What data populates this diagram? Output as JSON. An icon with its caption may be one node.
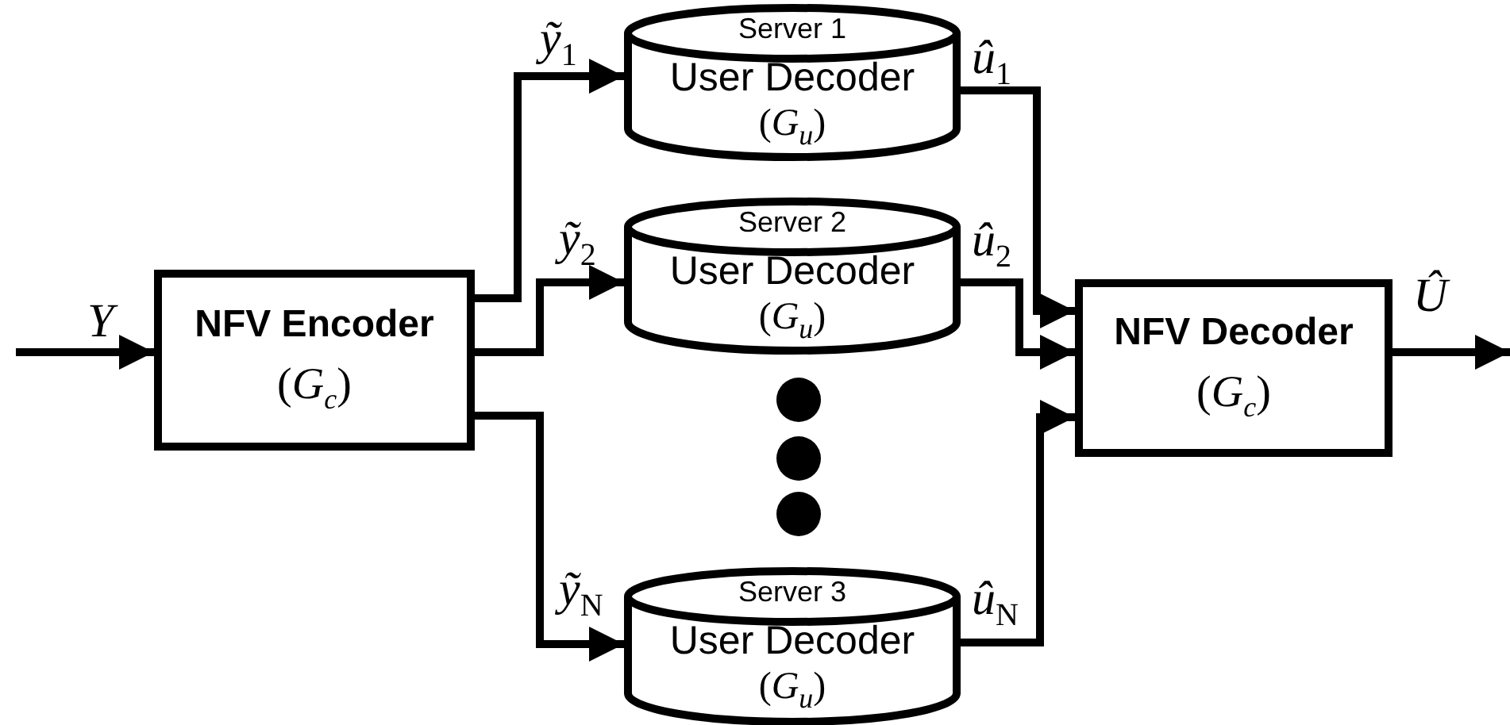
{
  "diagram": {
    "nodes": [
      {
        "text": [
          "NFV Encoder",
          "(*G*$_{c}$)"
        ]
      },
      {
        "text": [
          "Server 1",
          "User Decoder",
          "(*G*$_{u}$)"
        ]
      },
      {
        "text": [
          "Server 2",
          "User Decoder",
          "(*G*$_{u}$)"
        ]
      },
      {
        "text": [
          "Server 3",
          "User Decoder",
          "(*G*$_{u}$)"
        ]
      },
      {
        "text": [
          "NFV Decoder",
          "(*G*$_{c}$)"
        ]
      }
    ],
    "edges": [
      {
        "from": null,
        "to": 0,
        "arrow": "to",
        "label": "Y"
      },
      {
        "from": 0,
        "to": 1,
        "arrow": "to",
        "label": "*ỹ*$_{1}$"
      },
      {
        "from": 0,
        "to": 2,
        "arrow": "to",
        "label": "*ỹ*$_{2}$"
      },
      {
        "from": 0,
        "to": 3,
        "arrow": "to",
        "label": "*ỹ*$_{N}$"
      },
      {
        "from": 1,
        "to": 4,
        "arrow": "to",
        "label": "*û*$_{1}$"
      },
      {
        "from": 2,
        "to": 4,
        "arrow": "to",
        "label": "*û*$_{2}$"
      },
      {
        "from": 3,
        "to": 4,
        "arrow": "to",
        "label": "*û*$_{N}$"
      },
      {
        "from": 4,
        "to": null,
        "arrow": "to",
        "label": "Û"
      }
    ]
  }
}
